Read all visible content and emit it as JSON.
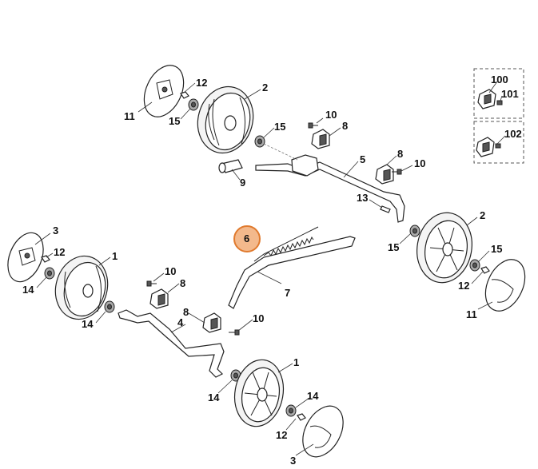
{
  "callouts": {
    "c100": "100",
    "c101": "101",
    "c102": "102",
    "c12": "12",
    "c2": "2",
    "c11": "11",
    "c15": "15",
    "c10": "10",
    "c8": "8",
    "c5": "5",
    "c9": "9",
    "c13": "13",
    "c3": "3",
    "c1": "1",
    "c14": "14",
    "c6": "6",
    "c7": "7",
    "c4": "4"
  },
  "highlight": {
    "part": "6",
    "color": "#f3b98c",
    "border_color": "#e07a2e"
  }
}
